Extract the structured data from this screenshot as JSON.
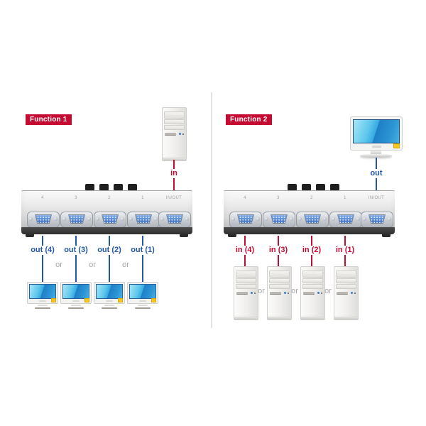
{
  "colors": {
    "accent_red": "#c60b33",
    "accent_blue": "#2457a4",
    "label_gray": "#a7a7a7",
    "screen_blue": "#2b94d3"
  },
  "function1": {
    "badge": "Function 1",
    "in_label": "in",
    "switch_port_labels": [
      "4",
      "3",
      "2",
      "1",
      "IN/OUT"
    ],
    "out_labels": [
      "out (4)",
      "out (3)",
      "out (2)",
      "out (1)"
    ],
    "or_labels": [
      "or",
      "or",
      "or"
    ]
  },
  "function2": {
    "badge": "Function 2",
    "out_label": "out",
    "switch_port_labels": [
      "4",
      "3",
      "2",
      "1",
      "IN/OUT"
    ],
    "in_labels": [
      "in (4)",
      "in (3)",
      "in (2)",
      "in (1)"
    ],
    "or_labels": [
      "or",
      "or",
      "or"
    ]
  }
}
